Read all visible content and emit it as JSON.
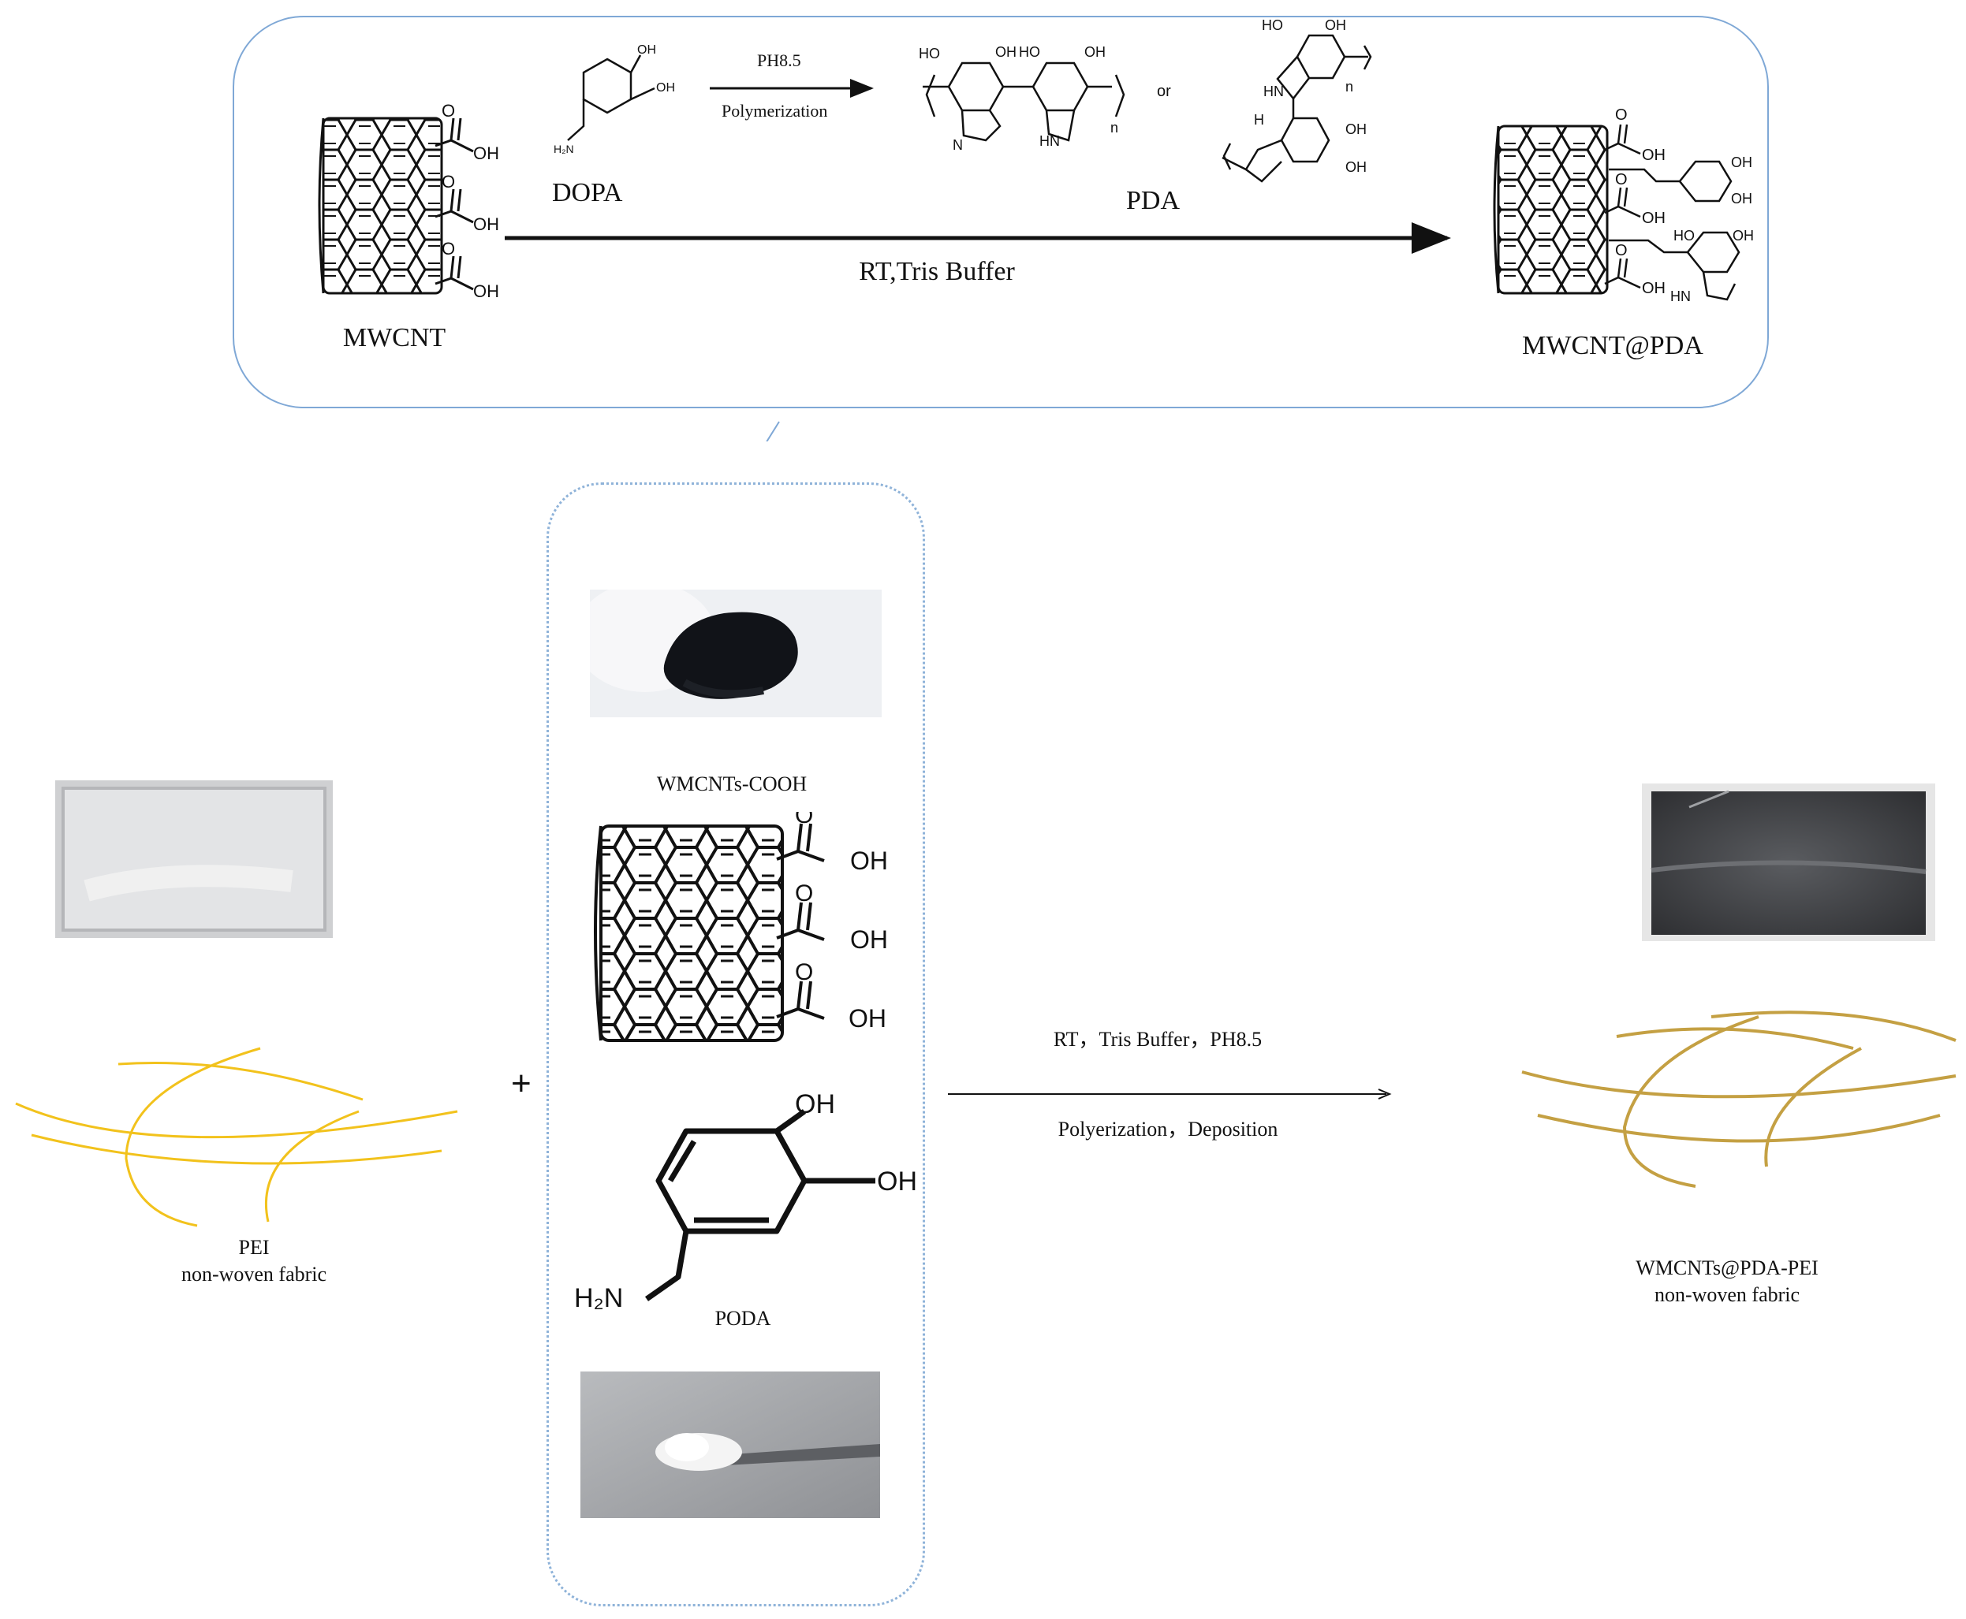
{
  "scheme": {
    "reagent_label": "DOPA",
    "polymerization_condition": "PH8.5",
    "polymerization_label": "Polymerization",
    "polymer_label": "PDA",
    "or_label": "or",
    "reaction_condition": "RT,Tris Buffer",
    "start_label": "MWCNT",
    "product_label": "MWCNT@PDA"
  },
  "process": {
    "fabric_left_label_line1": "PEI",
    "fabric_left_label_line2": "non-woven fabric",
    "plus": "+",
    "powder_label": "WMCNTs-COOH",
    "monomer_label": "PODA",
    "condition_line1": "RT，Tris Buffer，PH8.5",
    "condition_line2": "Polyerization，Deposition",
    "fabric_right_label_line1": "WMCNTs@PDA-PEI",
    "fabric_right_label_line2": "non-woven fabric"
  },
  "chem": {
    "oh": "OH",
    "ho": "HO",
    "hn": "HN",
    "n": "N",
    "nh": "H",
    "o": "O",
    "h2n": "H₂N",
    "sub_n": "n"
  },
  "colors": {
    "panel_border": "#7fa8d6",
    "fiber_yellow": "#f2c21c",
    "fiber_gold": "#c4a043",
    "powder_black": "#111318",
    "powder_white": "#f4f4f4"
  }
}
